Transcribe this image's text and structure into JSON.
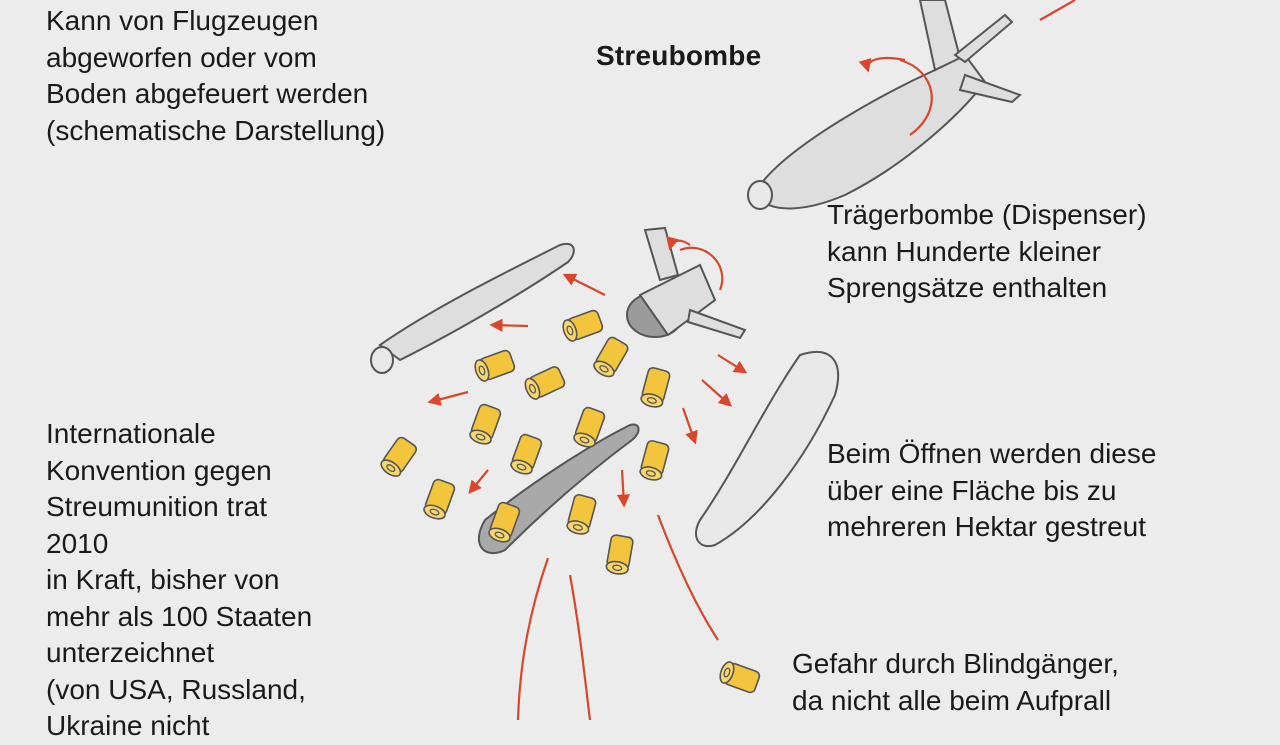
{
  "title": "Streubombe",
  "intro": {
    "lines": [
      "Kann von Flugzeugen",
      "abgeworfen oder vom",
      "Boden abgefeuert werden",
      "(schematische Darstellung)"
    ]
  },
  "dispenser": {
    "lines": [
      "Trägerbombe (Dispenser)",
      "kann Hunderte kleiner",
      "Sprengsätze enthalten"
    ]
  },
  "spread": {
    "lines": [
      "Beim Öffnen werden diese",
      "über eine Fläche bis zu",
      "mehreren Hektar gestreut"
    ]
  },
  "convention": {
    "lines": [
      "Internationale",
      "Konvention gegen",
      "Streumunition trat",
      "2010",
      "in Kraft, bisher von",
      "mehr als 100 Staaten",
      "unterzeichnet",
      "(von USA, Russland,",
      "Ukraine nicht"
    ]
  },
  "dud": {
    "lines": [
      "Gefahr durch Blindgänger,",
      "da nicht alle beim Aufprall"
    ]
  },
  "colors": {
    "background": "#ececec",
    "bomb_fill": "#dedede",
    "bomb_stroke": "#555555",
    "bomblet_fill": "#f2c53d",
    "bomblet_stroke": "#555555",
    "arrow": "#d9462b",
    "inner_shell": "#9b9b9b"
  }
}
